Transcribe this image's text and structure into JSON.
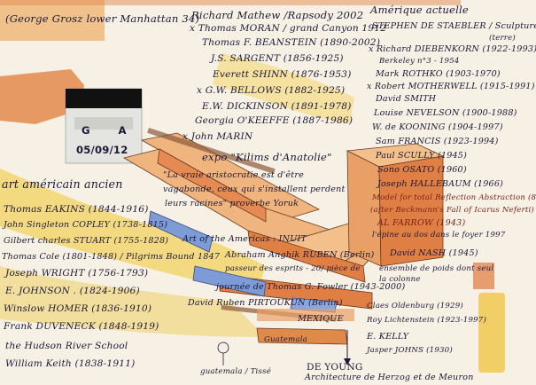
{
  "sketch": {
    "header_left": "(George Grosz lower Manhattan 34)",
    "header_mid": "Richard Mathew /Rapsody 2002",
    "header_right": "Amérique actuelle",
    "center_list": [
      "x Thomas MORAN / grand Canyon 1912",
      "Thomas F. BEANSTEIN (1890-2002)",
      "J.S. SARGENT (1856-1925)",
      "Everett SHINN (1876-1953)",
      "x G.W. BELLOWS (1882-1925)",
      "E.W. DICKINSON (1891-1978)",
      "Georgia O'KEEFFE (1887-1986)",
      "x John MARIN"
    ],
    "right_list": [
      "STEPHEN DE STAEBLER / Sculpture",
      "(terre)",
      "x Richard DIEBENKORN (1922-1993)",
      "Berkeley n°3 - 1954",
      "Mark ROTHKO (1903-1970)",
      "x Robert MOTHERWELL (1915-1991)",
      "David SMITH",
      "Louise NEVELSON (1900-1988)",
      "W. de KOONING (1904-1997)",
      "Sam FRANCIS (1923-1994)",
      "Paul SCULLY (1945)",
      "Sono OSATO (1960)",
      "Joseph HALLEBAUM (1966)",
      "Model for total Reflection Abstraction (88)",
      "(after Beckmann's Fall of Icarus Neferti)",
      "AL FARROW (1943)",
      "l'épine au dos dans le foyer 1997",
      "David NASH (1945)",
      "ensemble de poids dont seul",
      "la colonne"
    ],
    "expo_title": "expo \"Kilims d'Anatolie\"",
    "expo_quote": [
      "\"La vraie aristocratie est d'être",
      "vagabonde, ceux qui s'installent perdent",
      "leurs racines\" proverbe Yoruk"
    ],
    "left_title": "art américain ancien",
    "left_list": [
      "Thomas EAKINS (1844-1916)",
      "John Singleton COPLEY (1738-1815)",
      "Gilbert charles STUART (1755-1828)",
      "Thomas Cole (1801-1848) / Pilgrims Bound 1847",
      "Joseph WRIGHT (1756-1793)",
      "E. JOHNSON . (1824-1906)",
      "Winslow HOMER (1836-1910)",
      "Frank DUVENECK (1848-1919)",
      "the Hudson River School",
      "William Keith (1838-1911)"
    ],
    "americas_title": "Art of the Americas : INUIT",
    "americas_list": [
      "Abraham Anghik RUBEN (Berlin)",
      "passeur des esprits - 20/ pièce de",
      "journée de Thomas G. Fowler (1943-2000)",
      "David Ruben PIRTOUKUN (Berlin)"
    ],
    "mexique": "MEXIQUE",
    "guatemala": "Guatemala",
    "guatemala_sub": "guatemala / Tissé",
    "bottom_right_list": [
      "Claes Oldenburg (1929)",
      "Roy Lichtenstein (1923-1997)",
      "E. KELLY",
      "Jasper JOHNS (1930)"
    ],
    "de_young": "DE YOUNG",
    "architecture": "Architecture de Herzog et de Meuron",
    "ticket": {
      "letters": "G A",
      "date": "05/09/12"
    }
  },
  "palette": {
    "paper": "#f6f1e4",
    "ink": "#1c1838",
    "orange_wash": "#e28a52",
    "light_orange": "#f0b57e",
    "yellow_wash": "#f2d66e",
    "blue_wash": "#7d9bd6",
    "shadow_brown": "#8c5a3a"
  }
}
